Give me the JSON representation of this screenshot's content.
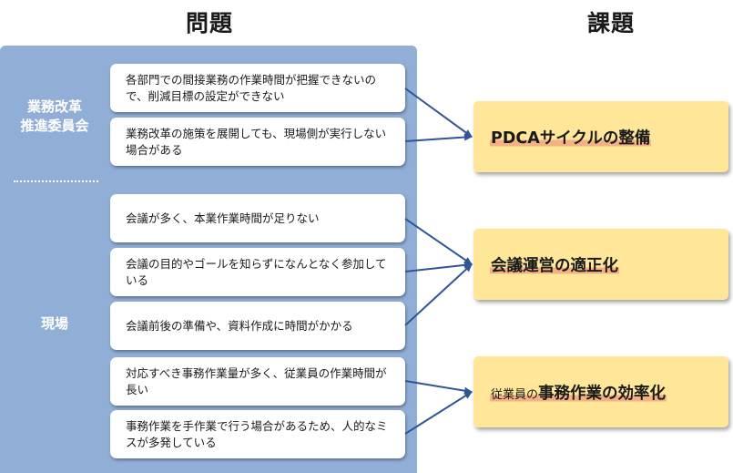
{
  "headings": {
    "problems": "問題",
    "issues": "課題"
  },
  "groups": {
    "committee_line1": "業務改革",
    "committee_line2": "推進委員会",
    "site": "現場"
  },
  "problems": [
    "各部門での間接業務の作業時間が把握できないので、削減目標の設定ができない",
    "業務改革の施策を展開しても、現場側が実行しない場合がある",
    "会議が多く、本業作業時間が足りない",
    "会議の目的やゴールを知らずになんとなく参加している",
    "会議前後の準備や、資料作成に時間がかかる",
    "対応すべき事務作業量が多く、従業員の作業時間が長い",
    "事務作業を手作業で行う場合があるため、人的なミスが多発している"
  ],
  "issues": {
    "pdca": "PDCAサイクルの整備",
    "meeting": "会議運営の適正化",
    "efficiency_prefix": "従業員の",
    "efficiency_main": "事務作業の効率化"
  },
  "colors": {
    "panel": "#91aed7",
    "issue_box": "#ffe699",
    "highlight": "#f4b183",
    "arrow": "#2f5597"
  }
}
